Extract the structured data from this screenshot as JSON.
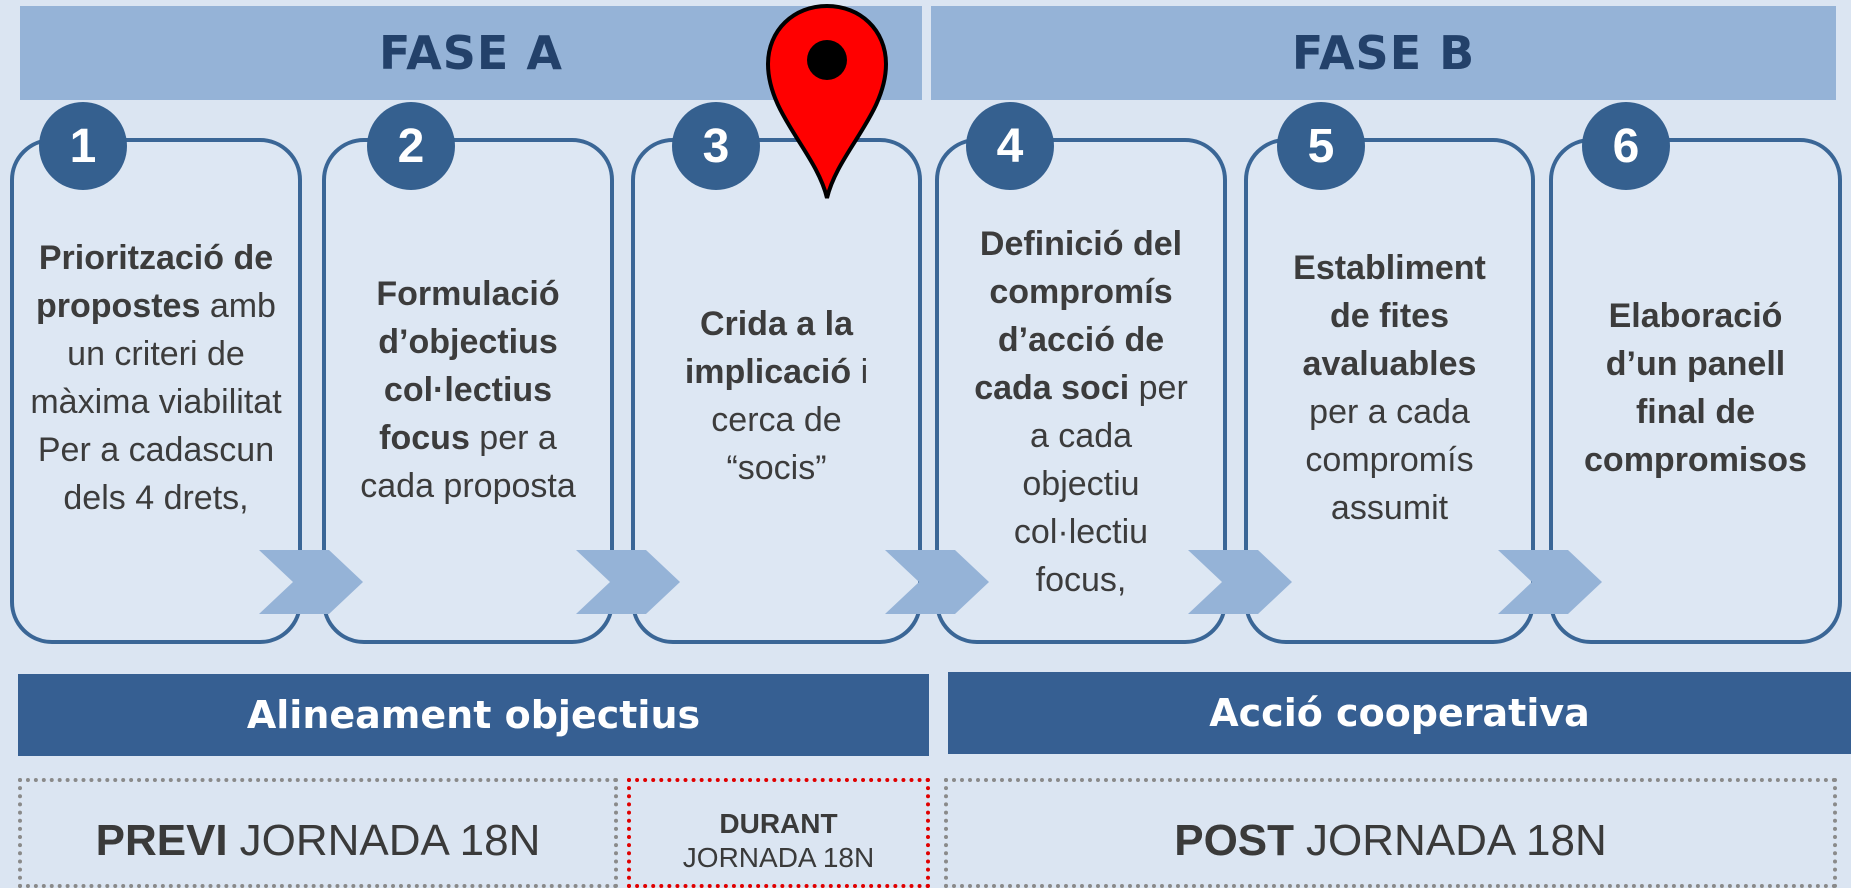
{
  "phases": {
    "a": "FASE A",
    "b": "FASE B"
  },
  "steps": [
    {
      "number": "1",
      "bold": "Priorització de propostes",
      "text": " amb un criteri de màxima viabilitat Per a cadascun dels 4 drets,"
    },
    {
      "number": "2",
      "bold": "Formulació d’objectius col·lectius focus",
      "text": " per a cada proposta"
    },
    {
      "number": "3",
      "bold": "Crida a la implicació",
      "text": " i cerca de “socis”"
    },
    {
      "number": "4",
      "bold": "Definició del compromís d’acció de cada soci",
      "text": " per a cada objectiu col·lectiu focus,"
    },
    {
      "number": "5",
      "bold": "Establiment de fites avaluables",
      "text": " per a cada compromís assumit"
    },
    {
      "number": "6",
      "bold": "Elaboració d’un panell final de compromisos",
      "text": ""
    }
  ],
  "bands": {
    "a": "Alineament objectius",
    "b": "Acció cooperativa"
  },
  "timeline": {
    "previ_bold": "PREVI",
    "previ_text": "JORNADA 18N",
    "durant_bold": "DURANT",
    "durant_text": "JORNADA 18N",
    "post_bold": "POST",
    "post_text": "JORNADA 18N"
  },
  "colors": {
    "header": "#95b3d7",
    "header_text": "#23416a",
    "accent": "#365f92",
    "chevron": "#95b3d7",
    "pin": "#ff0000",
    "highlight_border": "#e00000"
  },
  "icons": {
    "pin": "location-pin-icon",
    "chevron": "chevron-arrow-icon"
  }
}
